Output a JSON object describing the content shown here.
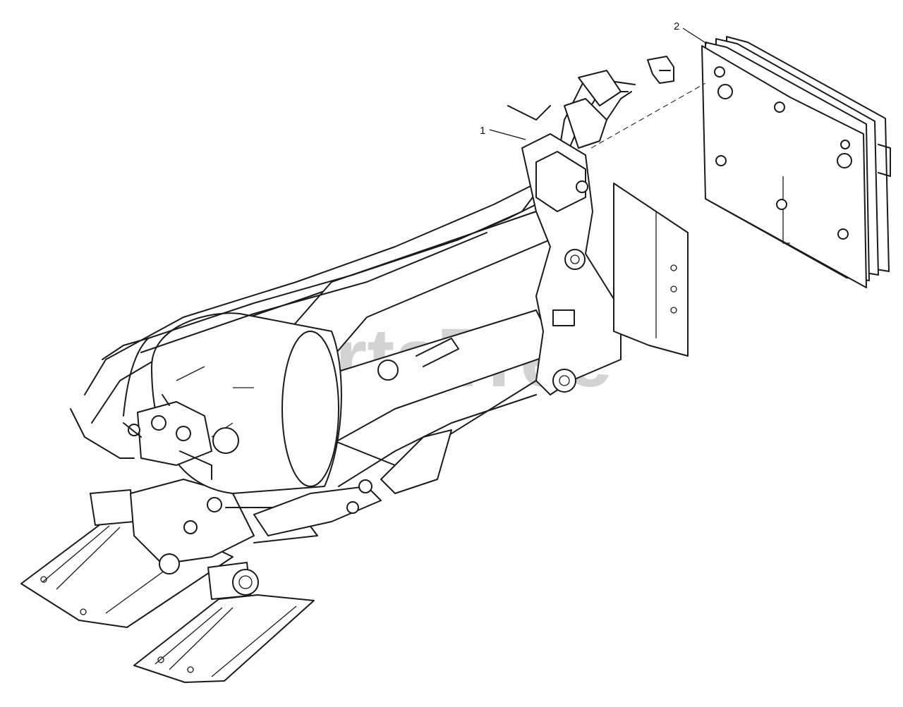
{
  "diagram": {
    "callouts": [
      {
        "id": "1",
        "label": "1"
      },
      {
        "id": "2",
        "label": "2"
      }
    ],
    "watermark": {
      "text": "PartsTree",
      "trademark": "™"
    }
  }
}
